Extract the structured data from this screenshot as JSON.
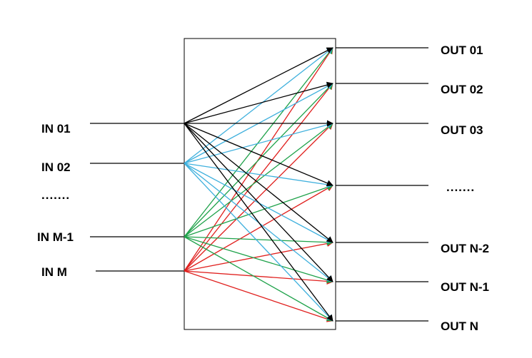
{
  "inputs": [
    {
      "label": "IN 01",
      "color": "#000000"
    },
    {
      "label": "IN 02",
      "color": "#3fb0dd"
    },
    {
      "label": "IN M-1",
      "color": "#1fa24a"
    },
    {
      "label": "IN M",
      "color": "#e0201e"
    }
  ],
  "input_ellipsis": ".......",
  "outputs": [
    {
      "label": "OUT 01"
    },
    {
      "label": "OUT 02"
    },
    {
      "label": "OUT 03"
    },
    {
      "label": ""
    },
    {
      "label": "OUT N-2"
    },
    {
      "label": "OUT N-1"
    },
    {
      "label": "OUT N"
    }
  ],
  "output_ellipsis": "......."
}
